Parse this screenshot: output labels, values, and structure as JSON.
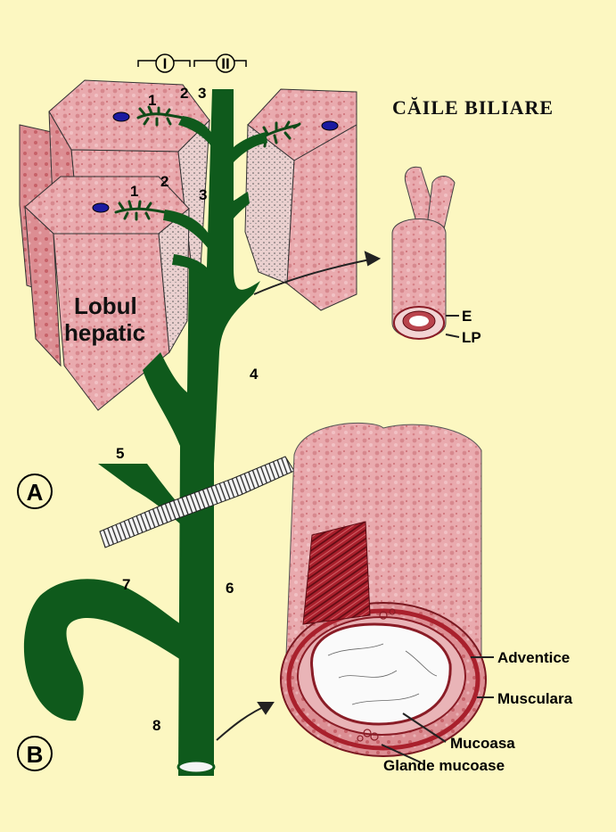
{
  "title": "CĂILE BILIARE",
  "roman_labels": [
    "I",
    "II"
  ],
  "lobule_label_line1": "Lobul",
  "lobule_label_line2": "hepatic",
  "number_labels": {
    "n1_top": "1",
    "n2_top": "2",
    "n3_top": "3",
    "n1_mid": "1",
    "n2_mid": "2",
    "n3_mid": "3",
    "n4": "4",
    "n5": "5",
    "n6": "6",
    "n7": "7",
    "n8": "8"
  },
  "small_duct_labels": {
    "e": "E",
    "lp": "LP"
  },
  "large_duct_labels": {
    "adventice": "Adventice",
    "musculara": "Musculara",
    "mucoasa": "Mucoasa",
    "glande": "Glande mucoase"
  },
  "section_labels": {
    "a": "A",
    "b": "B"
  },
  "colors": {
    "background": "#fcf7c1",
    "duct_green": "#0f5a1c",
    "tissue_pink": "#e6a3a6",
    "tissue_dark": "#b8343e",
    "vein_blue": "#1a1aa0"
  }
}
